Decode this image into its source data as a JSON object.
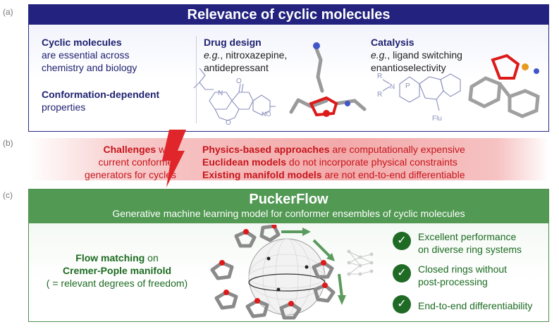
{
  "panels": {
    "a": {
      "letter": "(a)",
      "title": "Relevance of cyclic molecules",
      "intro_bold": "Cyclic molecules",
      "intro_rest_1": "are essential across",
      "intro_rest_2": "chemistry and biology",
      "conf_bold": "Conformation-dependent",
      "conf_rest": "properties",
      "drug_title": "Drug design",
      "drug_eg": "e.g.",
      "drug_text_1": ", nitroxazepine,",
      "drug_text_2": "antidepressant",
      "cat_title": "Catalysis",
      "cat_eg": "e.g.",
      "cat_text_1": ", ligand switching",
      "cat_text_2": "enantioselectivity",
      "struct_o": "O",
      "struct_n": "N",
      "struct_no2": "NO",
      "struct_sub2": "2",
      "struct_r1": "R",
      "struct_r2": "R",
      "struct_p": "P",
      "struct_flu": "Flu"
    },
    "b": {
      "letter": "(b)",
      "challenges_bold": "Challenges",
      "challenges_rest_1": " with",
      "challenges_rest_2": "current conformer",
      "challenges_rest_3": "generators for cycles",
      "line1_bold": "Physics-based approaches",
      "line1_rest": " are computationally expensive",
      "line2_bold": "Euclidean models",
      "line2_rest": " do not incorporate physical constraints",
      "line3_bold": "Existing manifold models",
      "line3_rest": " are not end-to-end differentiable"
    },
    "c": {
      "letter": "(c)",
      "title": "PuckerFlow",
      "subtitle": "Generative machine learning model for conformer ensembles of cyclic molecules",
      "flow_bold": "Flow matching",
      "flow_rest": " on",
      "manifold": "Cremer-Pople manifold",
      "dof": "( = relevant degrees of freedom)",
      "benefits": [
        {
          "line1": "Excellent performance",
          "line2": "on diverse ring systems"
        },
        {
          "line1": "Closed rings without",
          "line2": "post-processing"
        },
        {
          "line1": "End-to-end differentiability",
          "line2": ""
        }
      ]
    }
  },
  "colors": {
    "navy": "#23237f",
    "red": "#c6151c",
    "green_header": "#529953",
    "green_text": "#1d6b22"
  },
  "icons": [
    "lightning-bolt-icon",
    "check-icon"
  ]
}
